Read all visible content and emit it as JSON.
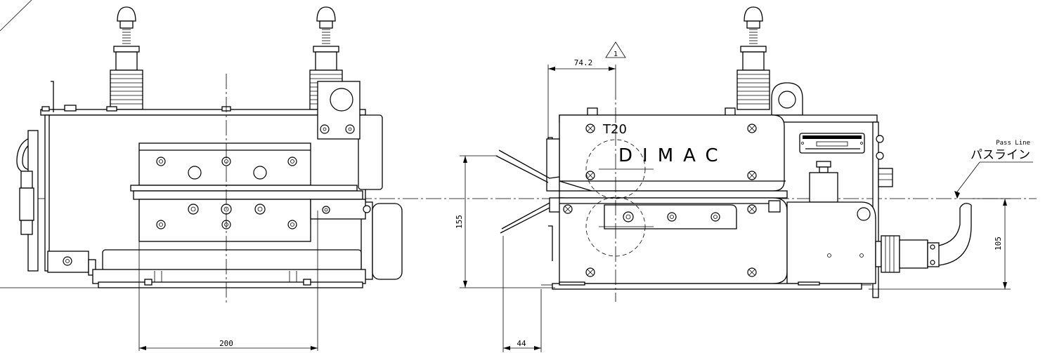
{
  "labels": {
    "dim_200": "200",
    "dim_74_2": "74.2",
    "dim_155": "155",
    "dim_105": "105",
    "dim_44": "44",
    "revision_mark": "1",
    "model": "T20",
    "brand": "DIMAC",
    "pass_line_en": "Pass Line",
    "pass_line_jp": "パスライン"
  }
}
